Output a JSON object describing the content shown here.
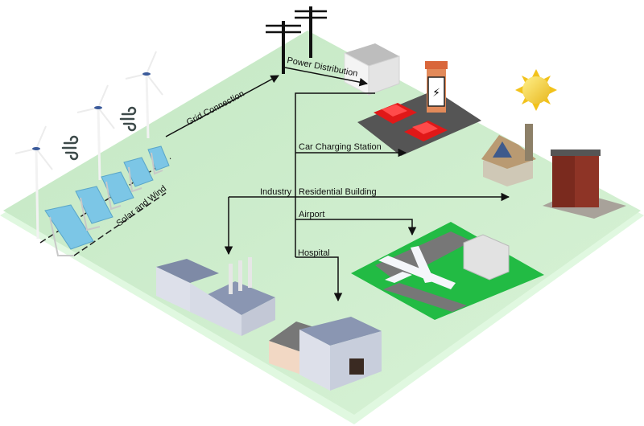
{
  "diagram": {
    "title": "Smart grid energy distribution",
    "labels": {
      "solar_wind": "Solar and Wind",
      "grid_connection": "Grid Connection",
      "power_distribution": "Power Distribution",
      "car_charging": "Car Charging Station",
      "industry": "Industry",
      "residential": "Residential Building",
      "airport": "Airport",
      "hospital": "Hospital"
    },
    "nodes": [
      {
        "id": "wind-turbines",
        "kind": "generation",
        "count": 3
      },
      {
        "id": "solar-panels",
        "kind": "generation",
        "count": 5
      },
      {
        "id": "power-poles",
        "kind": "grid",
        "count": 2
      },
      {
        "id": "transformer",
        "kind": "distribution"
      },
      {
        "id": "car-charging-station",
        "kind": "consumer"
      },
      {
        "id": "residential-house",
        "kind": "consumer"
      },
      {
        "id": "apartment-building",
        "kind": "consumer"
      },
      {
        "id": "factory",
        "kind": "consumer"
      },
      {
        "id": "airport",
        "kind": "consumer"
      },
      {
        "id": "hospital",
        "kind": "consumer"
      },
      {
        "id": "sun",
        "kind": "decorative"
      }
    ],
    "colors": {
      "ground": "#cfeccf",
      "ground_edge": "#d9f7d9",
      "airport_grass": "#22bb44",
      "car": "#e01818",
      "solar_panel": "#7cc6e6",
      "sun": "#f7d23a",
      "arrow": "#111111"
    }
  }
}
